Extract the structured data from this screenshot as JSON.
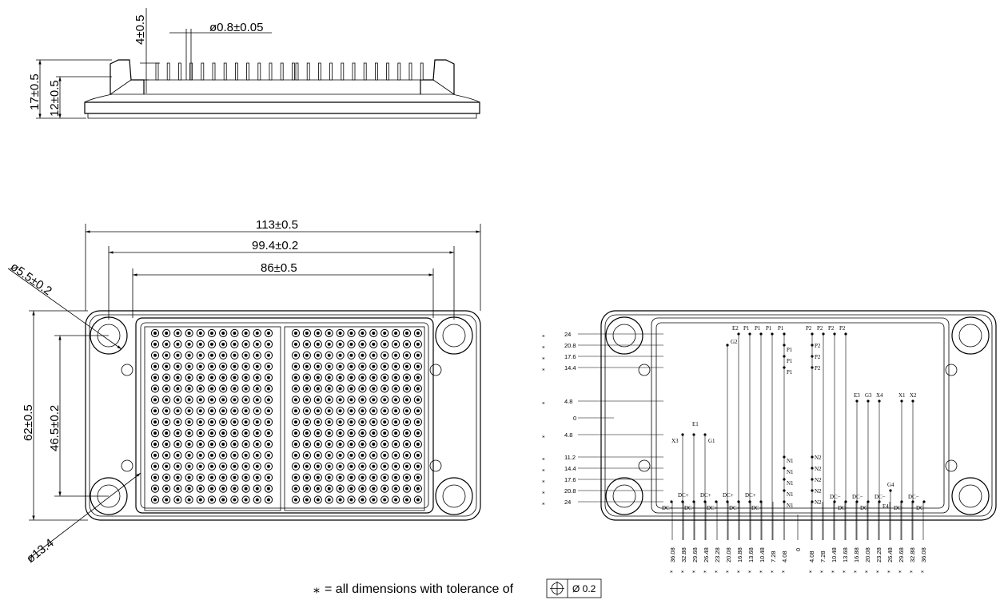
{
  "side_view": {
    "pin_height": "4±0.5",
    "pin_diameter": "ø0.8±0.05",
    "total_height": "17±0.5",
    "body_height": "12±0.5"
  },
  "top_view": {
    "width_overall": "113±0.5",
    "hole_pitch_x": "99.4±0.2",
    "inner_width": "86±0.5",
    "height_overall": "62±0.5",
    "hole_pitch_y": "46.5±0.2",
    "mount_hole_diameter": "ø5.5±0.2",
    "washer_diameter": "ø13.4"
  },
  "pin_map": {
    "y_ticks_top": [
      "24",
      "20.8",
      "17.6",
      "14.4",
      "4.8"
    ],
    "y_zero": "0",
    "y_ticks_bottom": [
      "4.8",
      "11.2",
      "14.4",
      "17.6",
      "20.8",
      "24"
    ],
    "x_ticks_left": [
      "36.08",
      "32.88",
      "29.68",
      "26.48",
      "23.28",
      "20.08",
      "16.88",
      "13.68",
      "10.48",
      "7.28",
      "4.08"
    ],
    "x_zero": "0",
    "x_ticks_right": [
      "4.08",
      "7.28",
      "10.48",
      "13.68",
      "16.88",
      "20.08",
      "23.28",
      "26.48",
      "29.68",
      "32.88",
      "36.08"
    ],
    "tolerance_marker": "⁎",
    "pin_labels": {
      "top_row": [
        "E2",
        "P1",
        "P1",
        "P1",
        "P1",
        "P2",
        "P2",
        "P2",
        "P2"
      ],
      "g2": "G2",
      "p1_col": [
        "P1",
        "P1",
        "P1"
      ],
      "p2_col": [
        "P2",
        "P2",
        "P2"
      ],
      "mid_right": [
        "E3",
        "G3",
        "X4",
        "X1",
        "X2"
      ],
      "mid_left": [
        "E1",
        "X3",
        "G1"
      ],
      "n1_col": [
        "N1",
        "N1",
        "N1",
        "N1",
        "N1"
      ],
      "n2_col": [
        "N2",
        "N2",
        "N2",
        "N2",
        "N2"
      ],
      "g4": "G4",
      "e4": "E4",
      "dc_plus": "DC+",
      "dc_minus": "DC−"
    }
  },
  "footnote": {
    "symbol": "⁎",
    "text": "= all dimensions with tolerance of",
    "tol_value": "Ø 0.2"
  }
}
